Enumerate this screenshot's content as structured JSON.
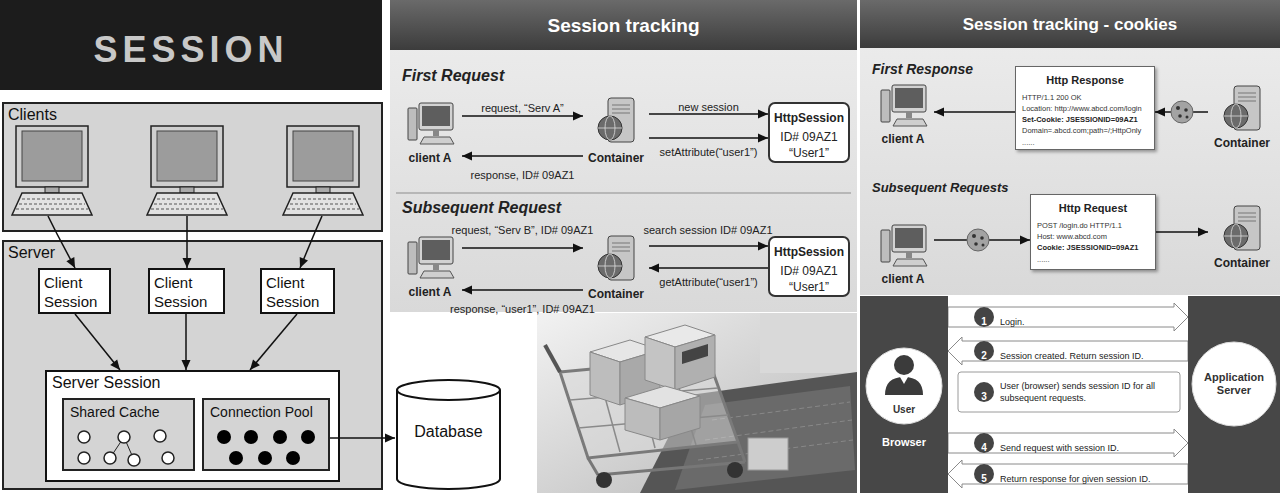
{
  "diagram": {
    "title": "SESSION",
    "nodes": [
      {
        "text": [
          "Clients"
        ]
      },
      {
        "text": [
          "Server"
        ]
      },
      {
        "text": [
          "Client Session"
        ],
        "in": 1
      },
      {
        "text": [
          "Client Session"
        ],
        "in": 1
      },
      {
        "text": [
          "Client Session"
        ],
        "in": 1
      },
      {
        "text": [
          "Server Session"
        ],
        "in": 1
      },
      {
        "text": [
          "Shared Cache"
        ],
        "in": 5
      },
      {
        "text": [
          "Connection Pool"
        ],
        "in": 5
      },
      {
        "text": [
          "Database"
        ]
      },
      {
        "text": [
          "Session tracking"
        ]
      },
      {
        "text": [
          "client A"
        ],
        "in": 9
      },
      {
        "text": [
          "Container"
        ],
        "in": 9
      },
      {
        "text": [
          "HttpSession",
          "ID# 09AZ1",
          "“User1”"
        ],
        "in": 9
      },
      {
        "text": [
          "client A"
        ],
        "in": 9
      },
      {
        "text": [
          "Container"
        ],
        "in": 9
      },
      {
        "text": [
          "HttpSession",
          "ID# 09AZ1",
          "“User1”"
        ],
        "in": 9
      },
      {
        "text": [
          "Session tracking - cookies"
        ]
      },
      {
        "text": [
          "client A"
        ],
        "in": 16
      },
      {
        "text": [
          "Http Response",
          "HTTP/1.1 200 OK",
          "Location: http://www.abcd.com/login",
          "Set-Cookie: JSESSIONID=09AZ1",
          "Domain=.abcd.com;path=/;HttpOnly",
          "......"
        ],
        "in": 16
      },
      {
        "text": [
          "Container"
        ],
        "in": 16
      },
      {
        "text": [
          "client A"
        ],
        "in": 16
      },
      {
        "text": [
          "Http Request",
          "POST /login.do HTTP/1.1",
          "Host: www.abcd.com",
          "Cookie: JSESSIONID=09AZ1",
          "......"
        ],
        "in": 16
      },
      {
        "text": [
          "Container"
        ],
        "in": 16
      },
      {
        "text": [
          "User",
          "Browser"
        ]
      },
      {
        "text": [
          "Application Server"
        ]
      }
    ],
    "edges": [
      {
        "from": 0,
        "to": 2,
        "arrow": "to"
      },
      {
        "from": 0,
        "to": 3,
        "arrow": "to"
      },
      {
        "from": 0,
        "to": 4,
        "arrow": "to"
      },
      {
        "from": 2,
        "to": 5,
        "arrow": "to"
      },
      {
        "from": 3,
        "to": 5,
        "arrow": "to"
      },
      {
        "from": 4,
        "to": 5,
        "arrow": "to"
      },
      {
        "from": 7,
        "to": 8,
        "arrow": "to"
      },
      {
        "from": 10,
        "to": 11,
        "label": "request, “Serv A”",
        "arrow": "to"
      },
      {
        "from": 11,
        "to": 10,
        "label": "response, ID# 09AZ1",
        "arrow": "to"
      },
      {
        "from": 11,
        "to": 12,
        "label": "new session",
        "arrow": "to"
      },
      {
        "from": 11,
        "to": 12,
        "label": "setAttribute(“user1”)",
        "arrow": "to"
      },
      {
        "from": 13,
        "to": 14,
        "label": "request, “Serv B”, ID# 09AZ1",
        "arrow": "to"
      },
      {
        "from": 14,
        "to": 13,
        "label": "response, “user1”, ID# 09AZ1",
        "arrow": "to"
      },
      {
        "from": 14,
        "to": 15,
        "label": "search session ID# 09AZ1",
        "arrow": "to"
      },
      {
        "from": 15,
        "to": 14,
        "label": "getAttribute(“user1”)",
        "arrow": "to"
      },
      {
        "from": 19,
        "to": 18,
        "arrow": "to"
      },
      {
        "from": 18,
        "to": 17,
        "arrow": "to"
      },
      {
        "from": 20,
        "to": 21,
        "arrow": "to"
      },
      {
        "from": 21,
        "to": 22,
        "arrow": "to"
      },
      {
        "from": 23,
        "to": 24,
        "label": "Login.",
        "arrow": "to"
      },
      {
        "from": 24,
        "to": 23,
        "label": "Session created. Return session ID.",
        "arrow": "to"
      },
      {
        "from": 23,
        "to": 24,
        "label": "Send request with session ID.",
        "arrow": "to"
      },
      {
        "from": 24,
        "to": 23,
        "label": "Return response for given session ID.",
        "arrow": "to"
      }
    ],
    "labels": [
      "First Request",
      "Subsequent Request",
      "First Response",
      "Subsequent Requests",
      "1",
      "2",
      "3",
      "User (browser) sends session ID for all subsequent requests.",
      "4",
      "5"
    ]
  }
}
